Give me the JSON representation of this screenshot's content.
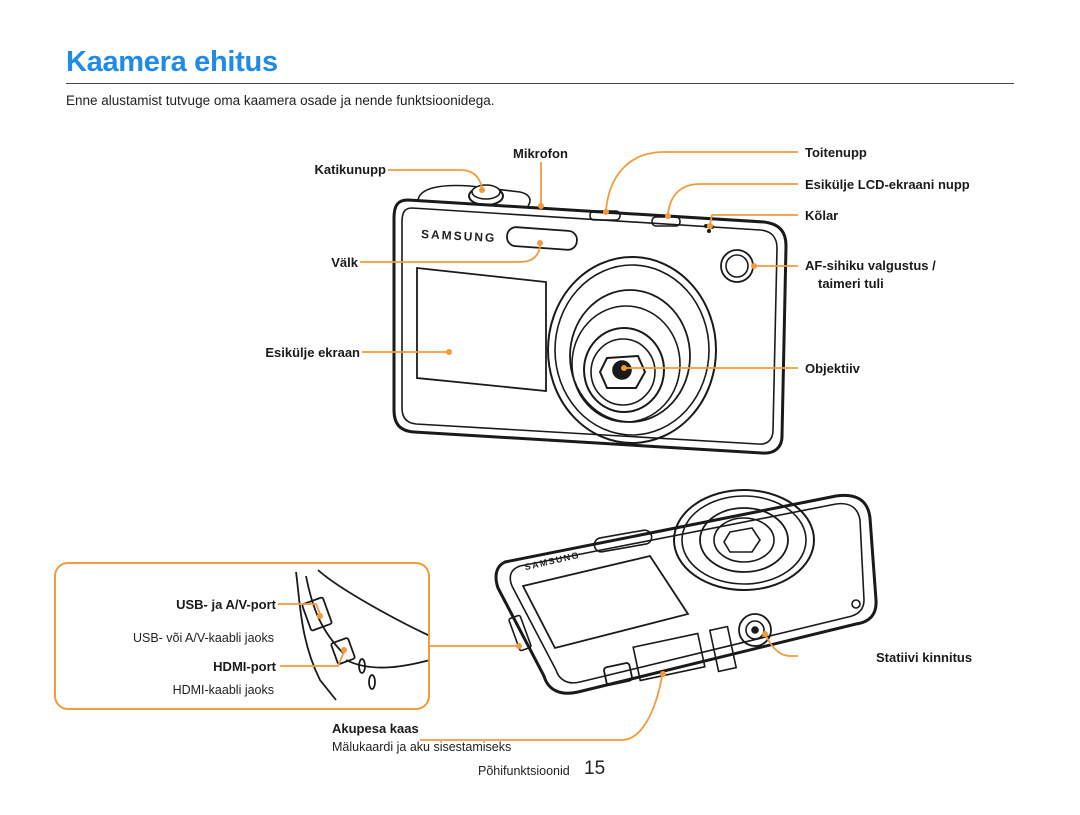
{
  "page": {
    "title": "Kaamera ehitus",
    "intro": "Enne alustamist tutvuge oma kaamera osade ja nende funktsioonidega."
  },
  "camera": {
    "brand": "SAMSUNG"
  },
  "labels": {
    "katikunupp": "Katikunupp",
    "mikrofon": "Mikrofon",
    "toitenupp": "Toitenupp",
    "lcd_nupp": "Esikülje LCD-ekraani nupp",
    "kolar": "Kõlar",
    "valk": "Välk",
    "af_line1": "AF-sihiku valgustus /",
    "af_line2": "taimeri tuli",
    "ekraan": "Esikülje ekraan",
    "objektiiv": "Objektiiv",
    "usb": "USB- ja A/V-port",
    "usb_desc": "USB- või A/V-kaabli jaoks",
    "hdmi": "HDMI-port",
    "hdmi_desc": "HDMI-kaabli jaoks",
    "statiivi": "Statiivi kinnitus",
    "akupesa": "Akupesa kaas",
    "akupesa_desc": "Mälukaardi ja aku sisestamiseks"
  },
  "footer": {
    "section": "Põhifunktsioonid",
    "page_number": "15"
  },
  "colors": {
    "title": "#1f8be8",
    "callout": "#f39a3c",
    "line": "#1a1a1a"
  }
}
